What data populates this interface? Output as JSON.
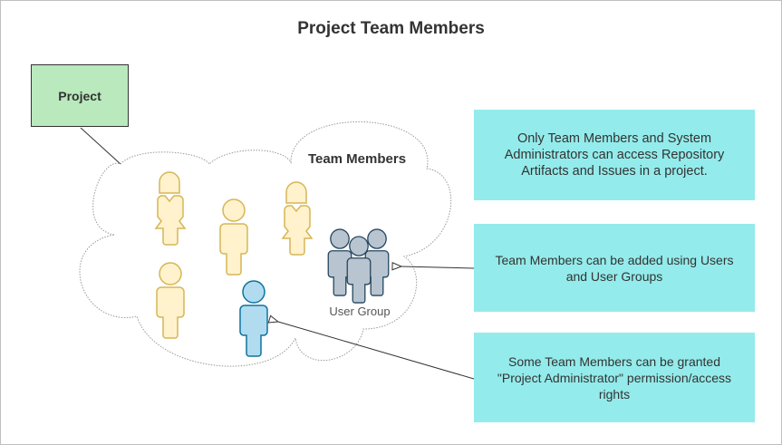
{
  "title": "Project Team Members",
  "project_label": "Project",
  "cloud_label": "Team Members",
  "user_group_label": "User Group",
  "notes": [
    "Only Team Members and System Administrators can access Repository Artifacts and Issues in a project.",
    "Team Members can be added using Users and User Groups",
    "Some Team Members can be granted \"Project Administrator\" permission/access rights"
  ],
  "colors": {
    "note_fill": "#94ebeb",
    "project_fill": "#b9e9bd",
    "member_fill": "#fff2cc",
    "admin_fill": "#b1dcf0",
    "group_fill": "#b8c4cf"
  }
}
